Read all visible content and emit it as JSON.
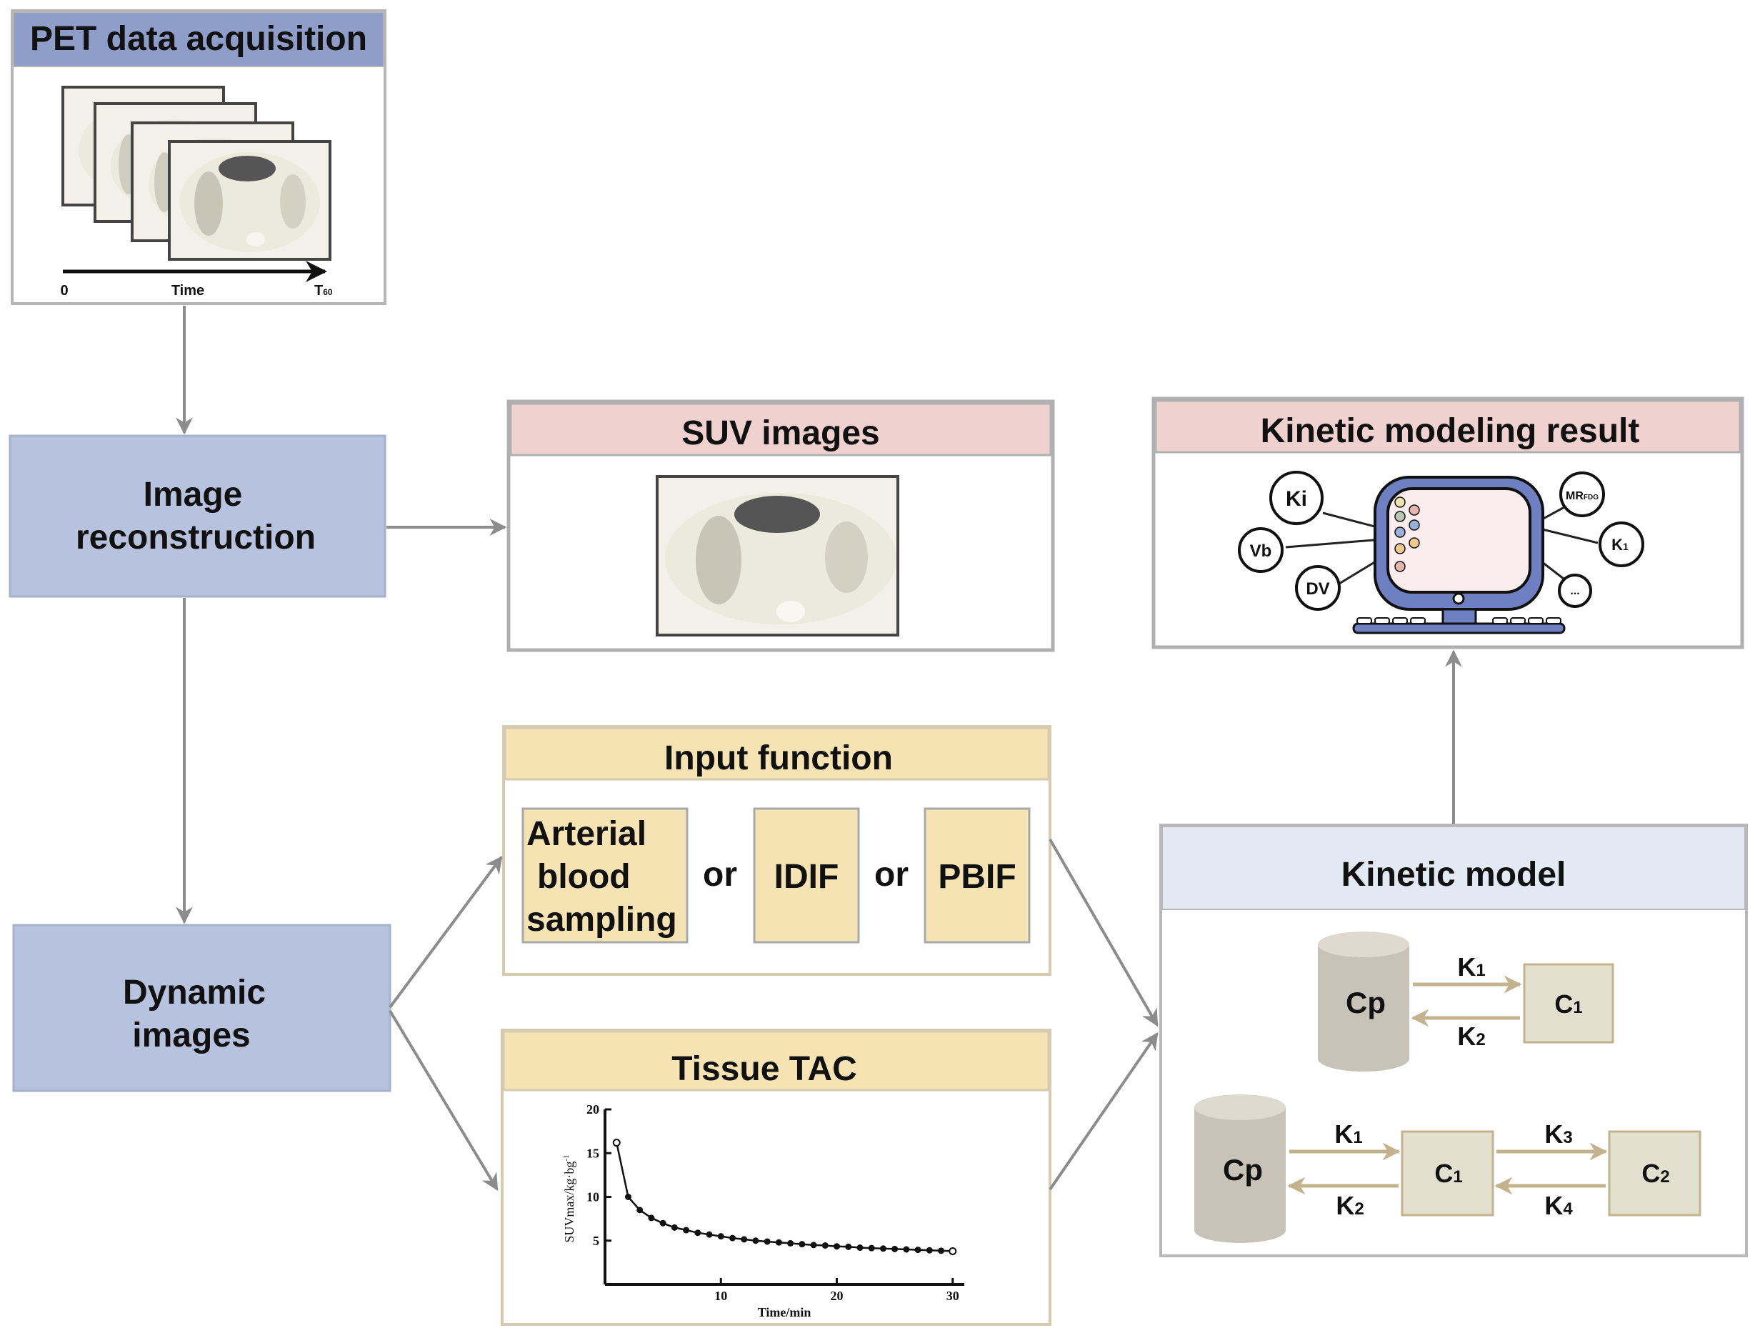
{
  "pet_acquisition": {
    "title": "PET data acquisition",
    "axis_start": "0",
    "axis_label": "Time",
    "axis_end_main": "T",
    "axis_end_sub": "60"
  },
  "image_reconstruction": {
    "line1": "Image",
    "line2": "reconstruction"
  },
  "dynamic_images": {
    "line1": "Dynamic",
    "line2": "images"
  },
  "suv_images": {
    "title": "SUV images"
  },
  "kinetic_result": {
    "title": "Kinetic modeling result",
    "params": {
      "ki": "Ki",
      "vb": "Vb",
      "dv": "DV",
      "mr_main": "MR",
      "mr_sub": "FDG",
      "k1_main": "K",
      "k1_sub": "1",
      "more": "..."
    }
  },
  "input_function": {
    "title": "Input function",
    "opt1_l1": "Arterial",
    "opt1_l2": "blood",
    "opt1_l3": "sampling",
    "or1": "or",
    "opt2": "IDIF",
    "or2": "or",
    "opt3": "PBIF"
  },
  "tissue_tac": {
    "title": "Tissue TAC"
  },
  "kinetic_model": {
    "title": "Kinetic model",
    "m1": {
      "cp": "Cp",
      "c1": "C",
      "c1_sub": "1",
      "k1": "K",
      "k1_sub": "1",
      "k2": "K",
      "k2_sub": "2"
    },
    "m2": {
      "cp": "Cp",
      "c1": "C",
      "c1_sub": "1",
      "c2": "C",
      "c2_sub": "2",
      "k1": "K",
      "k1_sub": "1",
      "k2": "K",
      "k2_sub": "2",
      "k3": "K",
      "k3_sub": "3",
      "k4": "K",
      "k4_sub": "4"
    }
  },
  "chart_data": {
    "type": "line",
    "title": "",
    "xlabel": "Time/min",
    "ylabel": "SUVmax/kg·bg",
    "ylabel_sup": "-1",
    "xlim": [
      0,
      31
    ],
    "ylim": [
      0,
      20
    ],
    "xticks": [
      10,
      20,
      30
    ],
    "yticks": [
      5,
      10,
      15,
      20
    ],
    "grid": false,
    "series": [
      {
        "x": [
          1,
          2,
          3,
          4,
          5,
          6,
          7,
          8,
          9,
          10,
          11,
          12,
          13,
          14,
          15,
          16,
          17,
          18,
          19,
          20,
          21,
          22,
          23,
          24,
          25,
          26,
          27,
          28,
          29,
          30
        ],
        "values": [
          16.2,
          10.0,
          8.5,
          7.6,
          7.0,
          6.5,
          6.2,
          5.9,
          5.7,
          5.5,
          5.3,
          5.15,
          5.0,
          4.9,
          4.8,
          4.7,
          4.6,
          4.5,
          4.45,
          4.35,
          4.3,
          4.2,
          4.15,
          4.1,
          4.05,
          4.0,
          3.95,
          3.9,
          3.85,
          3.8
        ]
      }
    ]
  },
  "colors": {
    "blue_box": "#b6c2de",
    "blue_header": "#8f9ec9",
    "pink_header": "#efd2d0",
    "yellow": "#f5e3b3",
    "light_blue_header": "#e2e9f2",
    "arrow_gray": "#8c8c8c",
    "tan_arrow": "#c2b38e",
    "compartment": "#e3dfcf",
    "cylinder": "#c7c3b8",
    "monitor_blue": "#6f80c2"
  }
}
